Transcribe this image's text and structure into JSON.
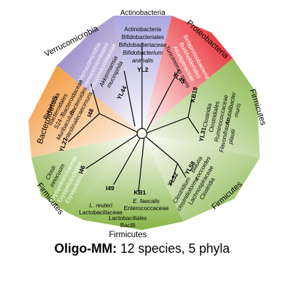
{
  "caption": {
    "bold": "Oligo-MM:",
    "rest": " 12 species, 5 phyla"
  },
  "colors": {
    "actinobacteria": "#9d9ad6",
    "verrucomicrobia": "#8f7fc2",
    "proteobacteria": "#e8282a",
    "firmicutes": "#8cb94e",
    "bacteroidetes": "#f19a3a"
  },
  "sectors": {
    "actinobacteria": {
      "phylum": "Actinobacteria",
      "taxa": [
        "Actinobacteria",
        "Bifidobacteriales",
        "Bifidobacteriaceae",
        "Bifidobacterium",
        "animalis"
      ],
      "strain": "YL2"
    },
    "verrucomicrobia": {
      "phylum": "Verrucomicrobia",
      "taxa": [
        "Verrucomicrobia",
        "Verrucomicrobiales",
        "Verrucomicrobiaceae",
        "Akkermansia",
        "muciniphila"
      ],
      "strain": "YL44"
    },
    "proteobacteria": {
      "phylum": "Proteobacteria",
      "taxa": [
        "Betaproteobacteria",
        "Burkholderiales",
        "Alcaligenaceae",
        "Turicimonas muris"
      ],
      "strain": "YL45"
    },
    "bacteroidetes": {
      "phylum": "Bacteroidetes",
      "taxa": [
        "Bacteroidia",
        "Bacteroidales",
        "S24-7",
        "Muribaculum",
        "intestinale",
        "Bacteroidaceae",
        "Bacteroides",
        "caecimuris"
      ],
      "strain_a": "YL27",
      "strain_b": "I48"
    },
    "firmicutes_right": {
      "phylum": "Firmicutes",
      "taxa": [
        "Clostridia",
        "Clostridiales",
        "Ruminococcaceae",
        "Acutalibacter",
        "muris",
        "Flavonifractor",
        "plautii"
      ],
      "strain_a": "KB18",
      "strain_b": "YL31"
    },
    "firmicutes_lowright": {
      "phylum": "Firmicutes",
      "taxa": [
        "Clostridium",
        "clostridioforme",
        "Blautia",
        "coccoides",
        "Lachnospiraceae",
        "Clostridia"
      ],
      "strain_a": "YL58",
      "strain_b": "YL32"
    },
    "firmicutes_bottom": {
      "phylum": "Firmicutes",
      "taxa": [
        "L. reuteri",
        "Lactobacillaceae",
        "E. faecalis",
        "Enterococcaceae",
        "Lactobacillales",
        "Bacilli"
      ],
      "strain_a": "I49",
      "strain_b": "KB1"
    },
    "firmicutes_left": {
      "phylum": "Firmicutes",
      "taxa": [
        "Clostr.",
        "innocuum",
        "Erysipelotrichaceae",
        "Erysipelotrichales",
        "Erysipelotrichia"
      ],
      "strain": "I46"
    }
  }
}
